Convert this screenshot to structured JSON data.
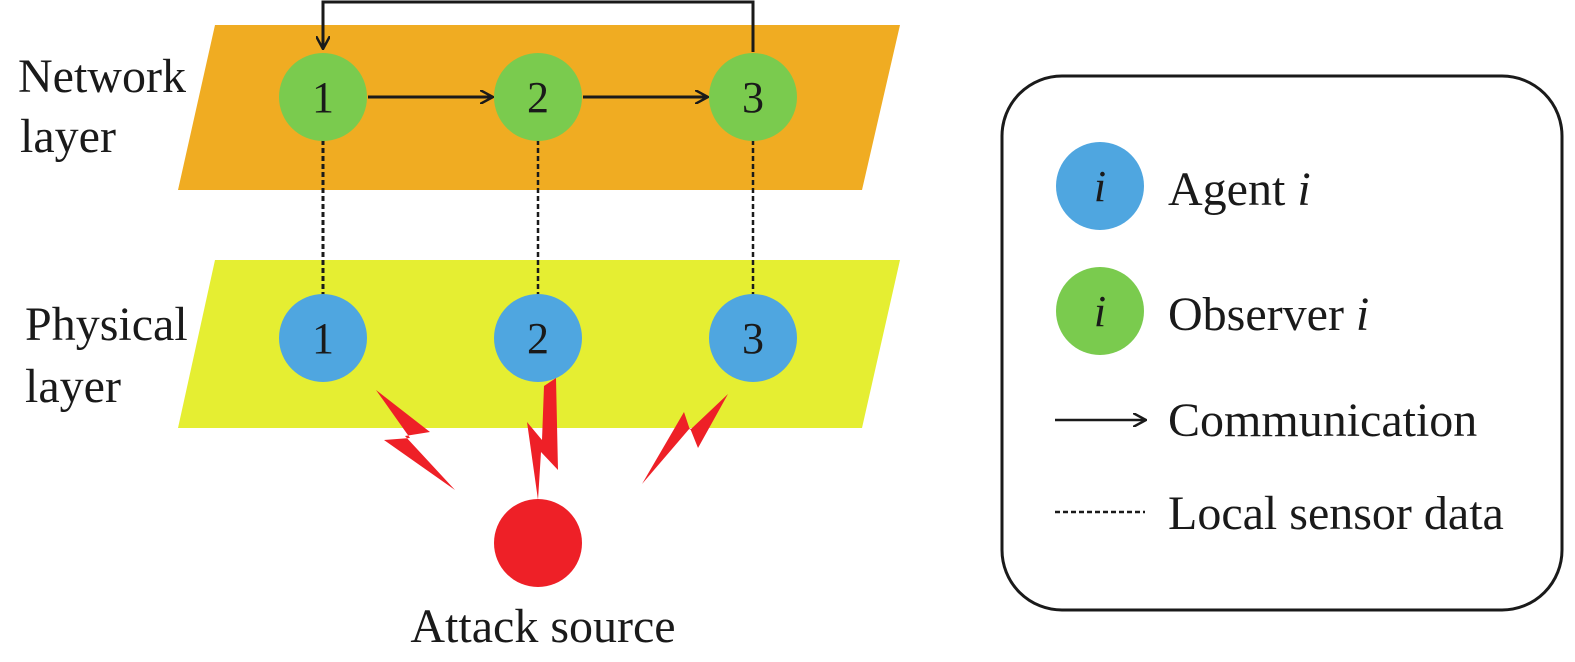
{
  "layers": {
    "network": {
      "line1": "Network",
      "line2": "layer",
      "color": "#F0AC22"
    },
    "physical": {
      "line1": "Physical",
      "line2": "layer",
      "color": "#E5EE32"
    }
  },
  "observers": [
    "1",
    "2",
    "3"
  ],
  "agents": [
    "1",
    "2",
    "3"
  ],
  "attack": {
    "label": "Attack source",
    "color": "#EE2027"
  },
  "legend": {
    "agent_symbol": "i",
    "agent_label": "Agent ",
    "agent_var": "i",
    "observer_symbol": "i",
    "observer_label": "Observer ",
    "observer_var": "i",
    "communication_label": "Communication",
    "sensor_label": "Local sensor data"
  },
  "colors": {
    "agent": "#4FA6E0",
    "observer": "#7ACB4E",
    "attack": "#EE2027"
  }
}
